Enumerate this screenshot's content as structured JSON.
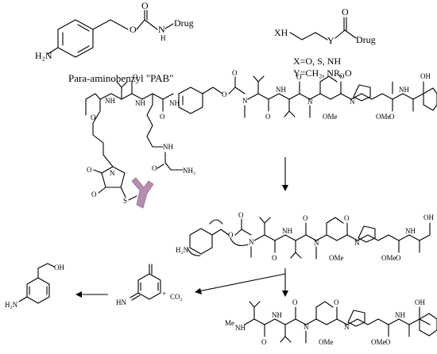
{
  "labels": {
    "pab_drug": "Drug",
    "pab_o": "O",
    "pab_o2": "O",
    "pab_nh": "N",
    "pab_h": "H",
    "pab_h2n": "H₂N",
    "pab_caption": "Para-aminobenzyl \"PAB\"",
    "gen_xh": "XH",
    "gen_y": "Y",
    "gen_o": "O",
    "gen_drug": "Drug",
    "legend_x": "X=O, S, NH",
    "legend_y": "Y=CH₂, NR, O",
    "co2": "CO₂",
    "plus": "+",
    "hn": "HN",
    "h2n": "H₂N",
    "oh": "OH",
    "me_n": "Me",
    "ome": "OMe",
    "nh2": "NH₂",
    "nh": "NH",
    "n": "N",
    "o": "O",
    "s": "S"
  },
  "colors": {
    "antibody": "#b58bb0",
    "ink": "#000000"
  }
}
